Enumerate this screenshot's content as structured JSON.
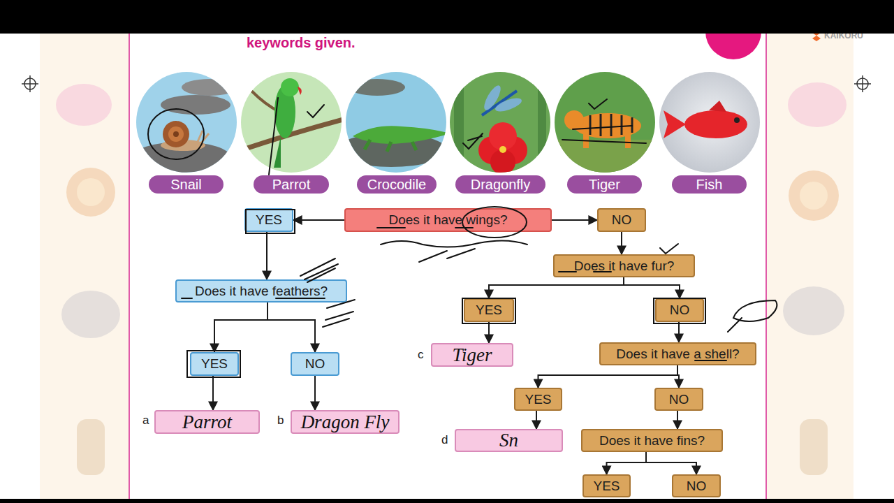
{
  "diagram": {
    "nodes": [
      {
        "text": [
          "Snail"
        ]
      },
      {
        "text": [
          "Parrot"
        ]
      },
      {
        "text": [
          "Crocodile"
        ]
      },
      {
        "text": [
          "Dragonfly"
        ]
      },
      {
        "text": [
          "Tiger"
        ]
      },
      {
        "text": [
          "Fish"
        ]
      },
      {
        "text": [
          "YES"
        ]
      },
      {
        "text": [
          "Does it have wings?"
        ]
      },
      {
        "text": [
          "NO"
        ]
      },
      {
        "text": [
          "Does it have fur?"
        ]
      },
      {
        "text": [
          "Does it have feathers?"
        ]
      },
      {
        "text": [
          "YES"
        ]
      },
      {
        "text": [
          "NO"
        ]
      },
      {
        "text": [
          "YES"
        ]
      },
      {
        "text": [
          "NO"
        ]
      },
      {
        "text": [
          "Tiger"
        ]
      },
      {
        "text": [
          "Does it have a shell?"
        ]
      },
      {
        "text": [
          "YES"
        ]
      },
      {
        "text": [
          "NO"
        ]
      },
      {
        "text": [
          "Parrot"
        ]
      },
      {
        "text": [
          "Dragon Fly"
        ]
      },
      {
        "text": [
          "Sn"
        ]
      },
      {
        "text": [
          "Does it have fins?"
        ]
      },
      {
        "text": [
          "YES"
        ]
      },
      {
        "text": [
          "NO"
        ]
      }
    ],
    "edges": [
      {
        "from": 7,
        "to": 6,
        "arrow": "to"
      },
      {
        "from": 7,
        "to": 8,
        "arrow": "to"
      },
      {
        "from": 6,
        "to": 10,
        "arrow": "to"
      },
      {
        "from": 8,
        "to": 9,
        "arrow": "to"
      },
      {
        "from": 9,
        "to": 11,
        "arrow": "to"
      },
      {
        "from": 9,
        "to": 12,
        "arrow": "to"
      },
      {
        "from": 10,
        "to": 13,
        "arrow": "to"
      },
      {
        "from": 10,
        "to": 14,
        "arrow": "to"
      },
      {
        "from": 11,
        "to": 15,
        "arrow": "to"
      },
      {
        "from": 12,
        "to": 16,
        "arrow": "to"
      },
      {
        "from": 13,
        "to": 19,
        "arrow": "to"
      },
      {
        "from": 14,
        "to": 20,
        "arrow": "to"
      },
      {
        "from": 16,
        "to": 17,
        "arrow": "to"
      },
      {
        "from": 16,
        "to": 18,
        "arrow": "to"
      },
      {
        "from": 17,
        "to": 21,
        "arrow": "to"
      },
      {
        "from": 18,
        "to": 22,
        "arrow": "to"
      },
      {
        "from": 22,
        "to": 23,
        "arrow": "to"
      },
      {
        "from": 22,
        "to": 24,
        "arrow": "to"
      }
    ],
    "labels": [
      "keywords given.",
      "KAIKORU",
      "a",
      "b",
      "c",
      "d"
    ]
  }
}
